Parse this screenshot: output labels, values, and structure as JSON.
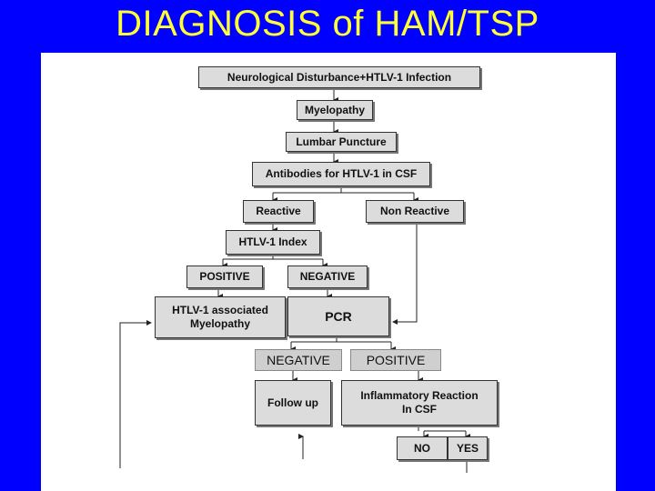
{
  "title": "DIAGNOSIS of HAM/TSP",
  "nodes": {
    "neuro": "Neurological Disturbance+HTLV-1 Infection",
    "myelopathy": "Myelopathy",
    "lumbar": "Lumbar Puncture",
    "antibodies": "Antibodies for HTLV-1 in CSF",
    "reactive": "Reactive",
    "non_reactive": "Non Reactive",
    "index": "HTLV-1 Index",
    "positive1": "POSITIVE",
    "negative1": "NEGATIVE",
    "ham_line1": "HTLV-1 associated",
    "ham_line2": "Myelopathy",
    "pcr": "PCR",
    "negative2": "NEGATIVE",
    "positive2": "POSITIVE",
    "followup": "Follow up",
    "inflam_line1": "Inflammatory Reaction",
    "inflam_line2": "In CSF",
    "no": "NO",
    "yes": "YES"
  },
  "colors": {
    "background": "#0000ff",
    "title": "#ffff33",
    "box": "#dcdcdc"
  }
}
